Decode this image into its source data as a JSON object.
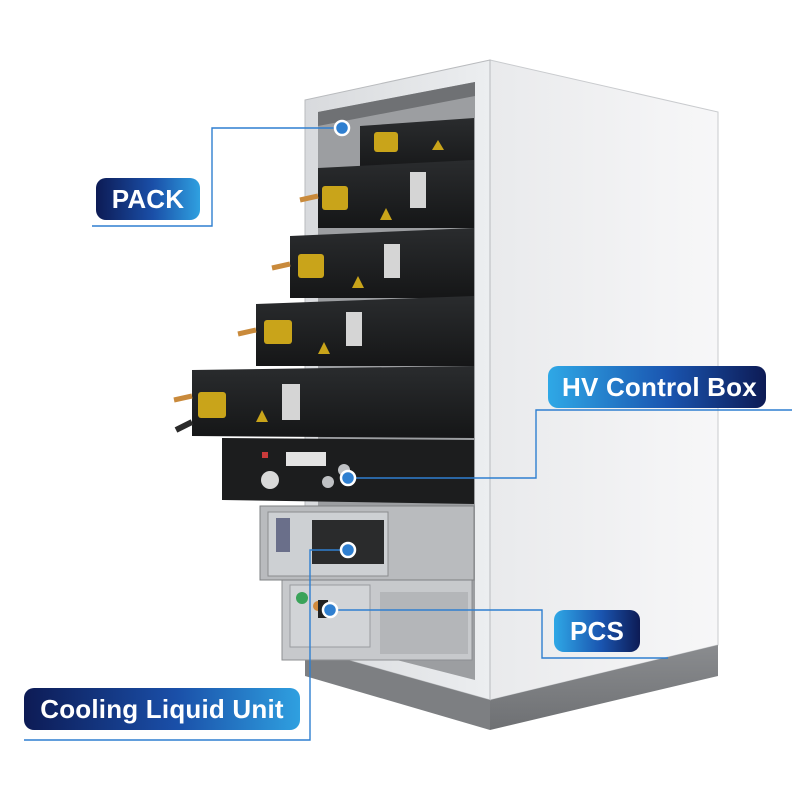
{
  "labels": {
    "pack": "PACK",
    "hv_control_box": "HV Control Box",
    "pcs": "PCS",
    "cooling_liquid_unit": "Cooling Liquid Unit"
  },
  "colors": {
    "label_dark": "#0d1b55",
    "label_light": "#2fa0e0",
    "callout_line": "#2f7fd0"
  }
}
